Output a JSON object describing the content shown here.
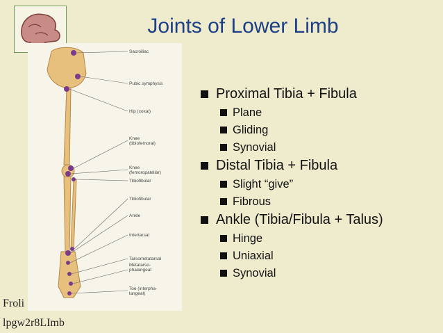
{
  "title": "Joints of Lower Limb",
  "figure_labels": [
    "Sacroiliac",
    "Pubic symphysis",
    "Hip (coxal)",
    "Knee\n(tibiofemoral)",
    "Knee\n(femoropatellar)",
    "Tibiofibular",
    "Tibiofibular",
    "Ankle",
    "Intertarsal",
    "Tarsometatarsal",
    "Metatarso-\nphalangeal",
    "Toe (interpha-\nlangeal)"
  ],
  "sections": [
    {
      "heading": "Proximal Tibia + Fibula",
      "items": [
        "Plane",
        "Gliding",
        "Synovial"
      ]
    },
    {
      "heading": "Distal Tibia + Fibula",
      "items": [
        "Slight “give”",
        "Fibrous"
      ]
    },
    {
      "heading": "Ankle (Tibia/Fibula + Talus)",
      "items": [
        "Hinge",
        "Uniaxial",
        "Synovial"
      ]
    }
  ],
  "footer": {
    "line1": "Froli",
    "line2": "lpgw2r8LImb"
  }
}
